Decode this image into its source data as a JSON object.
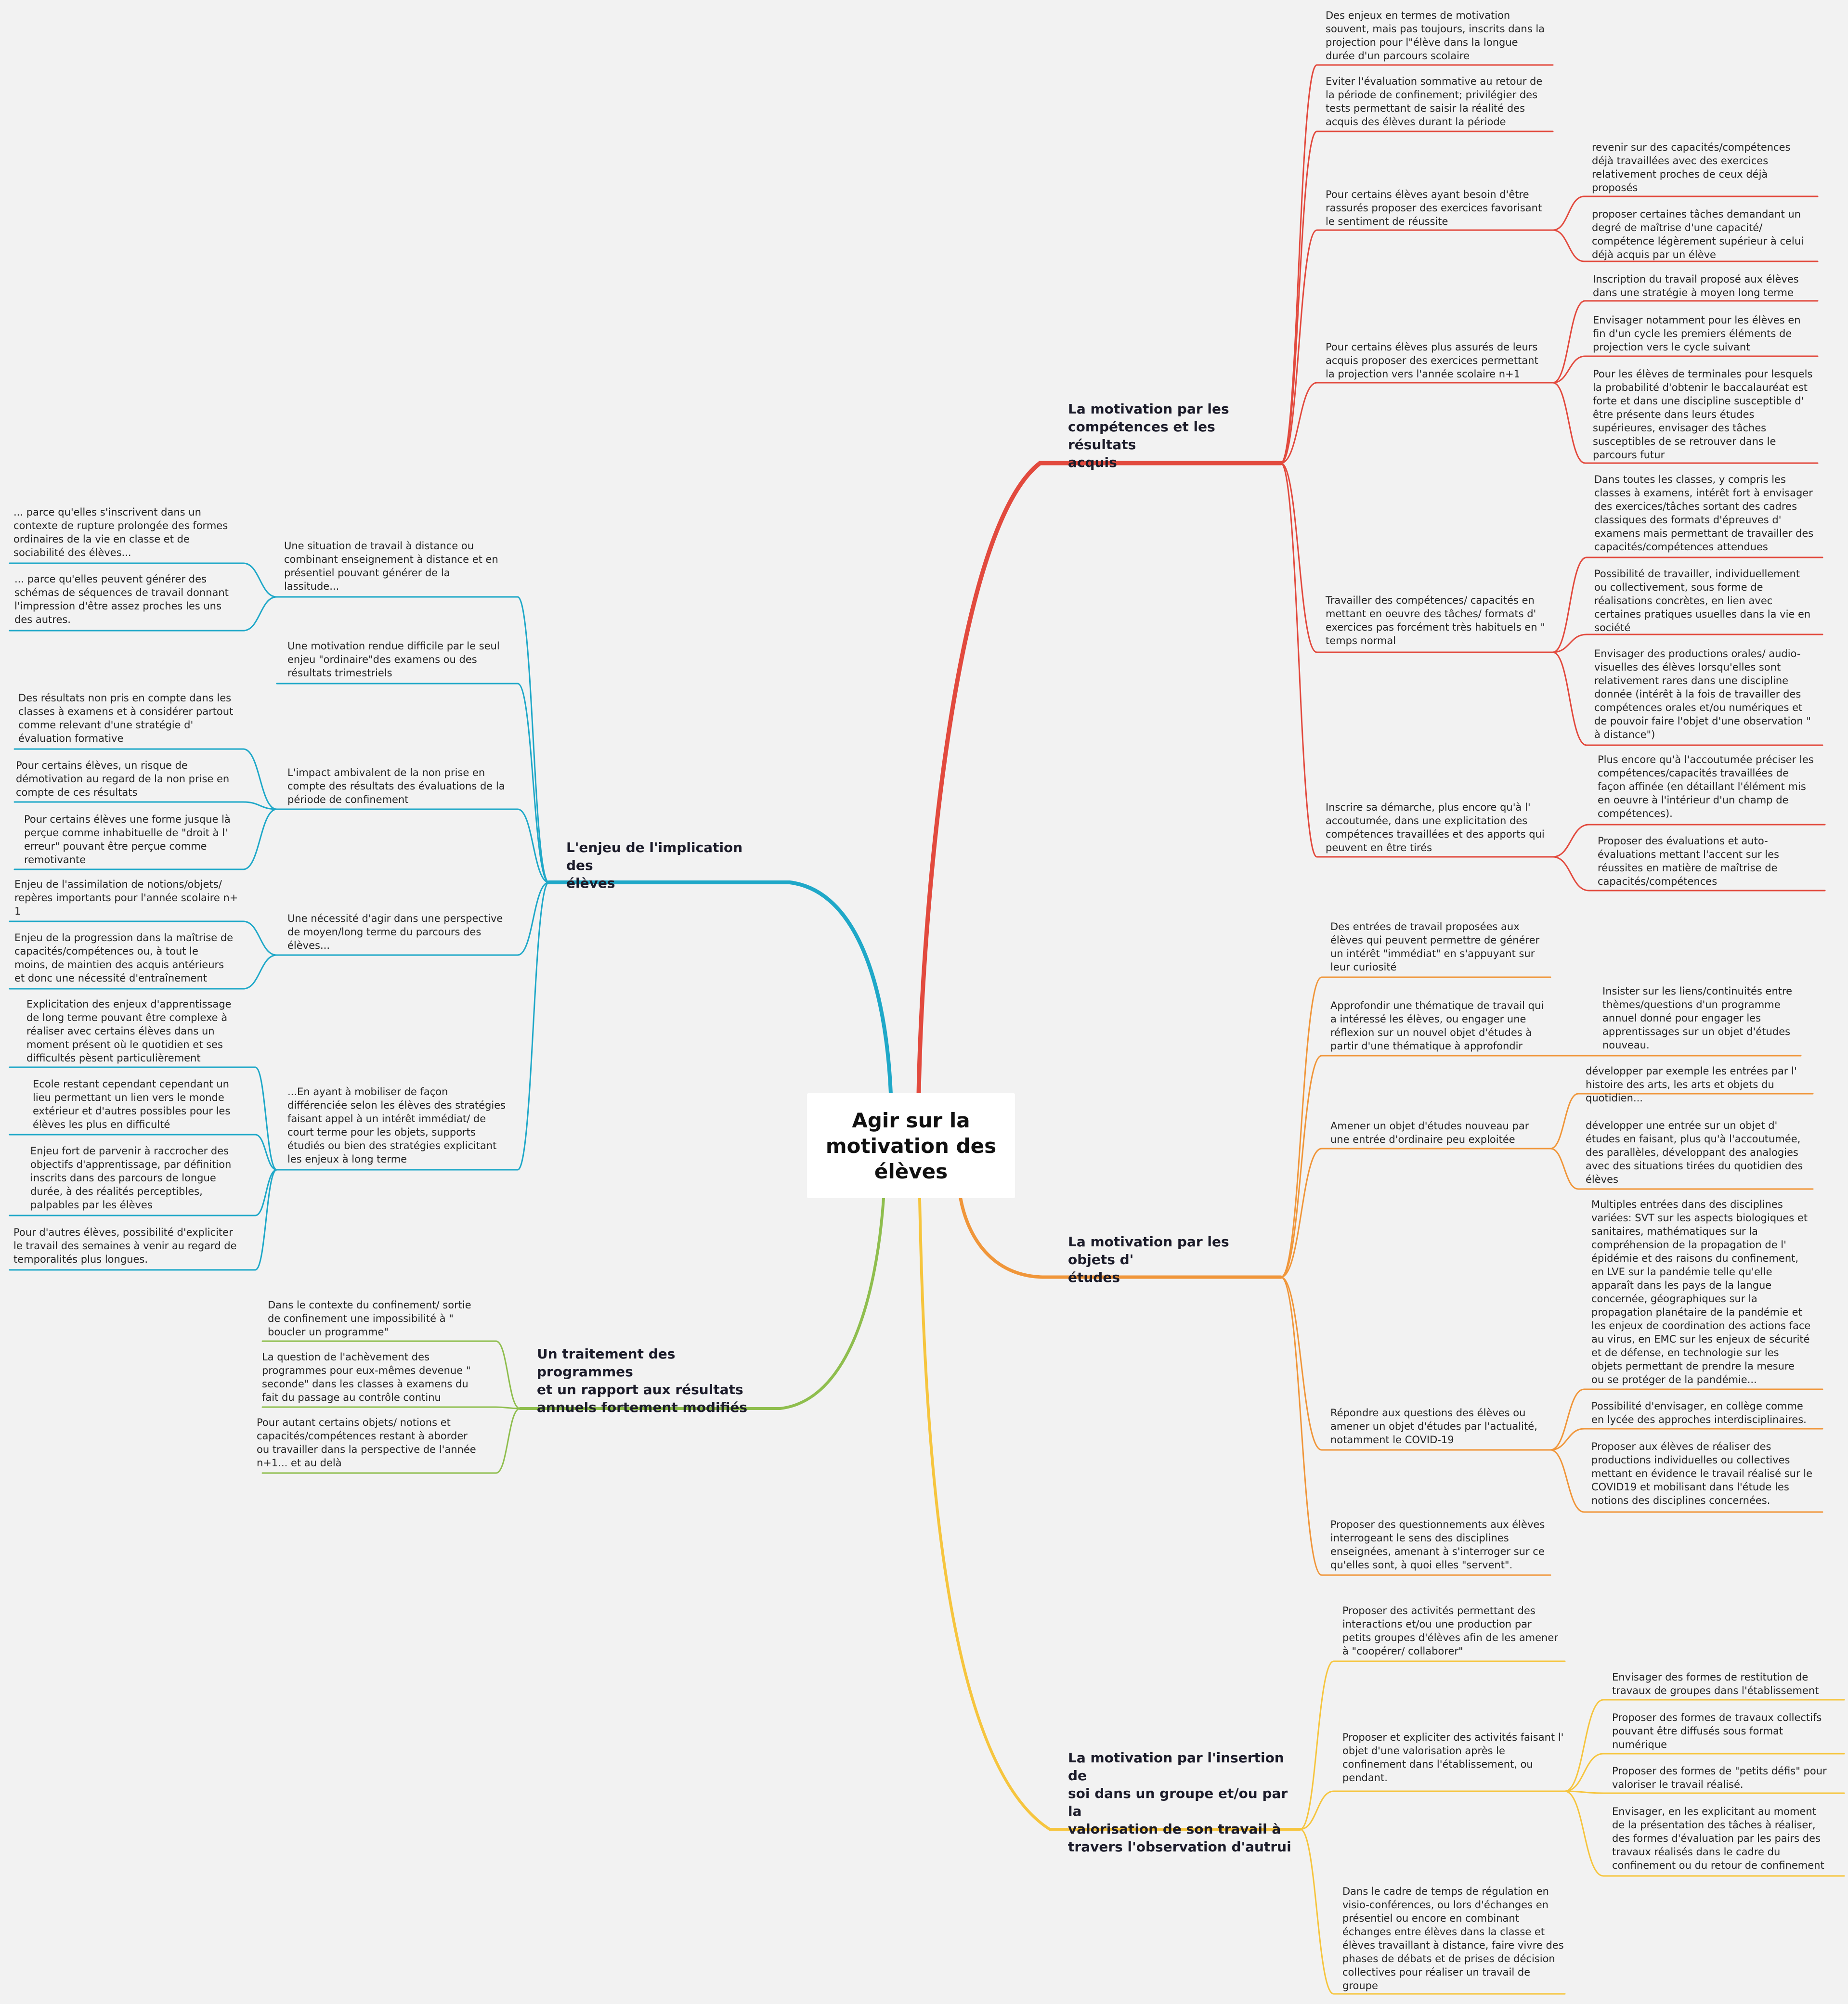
{
  "colors": {
    "branch1": "#e24a3e",
    "branch2": "#f0963a",
    "branch3": "#f6c53e",
    "branch4": "#1fa8c8",
    "branch5": "#8fbe4e",
    "background": "#f2f2f2"
  },
  "center": {
    "title": "Agir sur la\nmotivation des\nélèves"
  },
  "branches": [
    {
      "label": "La motivation par les\ncompétences et les résultats\nacquis",
      "children": [
        {
          "label": "Des enjeux en termes de motivation\nsouvent, mais pas toujours, inscrits dans la\nprojection pour l\"élève dans la longue\ndurée d'un parcours scolaire"
        },
        {
          "label": "Eviter l'évaluation sommative au retour de\nla période de confinement; privilégier des\ntests permettant de saisir la réalité des\nacquis des élèves durant la période"
        },
        {
          "label": "Pour certains élèves ayant besoin d'être\nrassurés proposer des exercices favorisant\nle sentiment de réussite",
          "children": [
            {
              "label": "revenir sur des capacités/compétences\ndéjà travaillées avec des exercices\nrelativement proches de ceux déjà\nproposés"
            },
            {
              "label": "proposer certaines tâches demandant un\ndegré de maîtrise d'une capacité/\ncompétence légèrement supérieur à celui\ndéjà acquis par un élève"
            }
          ]
        },
        {
          "label": "Pour certains élèves plus assurés de leurs\nacquis proposer des exercices permettant\nla projection vers l'année scolaire n+1",
          "children": [
            {
              "label": "Inscription du travail proposé aux élèves\ndans une stratégie à moyen long terme"
            },
            {
              "label": "Envisager notamment pour les élèves en\nfin d'un cycle les premiers éléments de\nprojection vers le cycle suivant"
            },
            {
              "label": "Pour les élèves de terminales pour lesquels\nla probabilité d'obtenir le baccalauréat est\nforte et dans une discipline susceptible d'\nêtre présente dans leurs études\nsupérieures, envisager des tâches\nsusceptibles de se retrouver dans le\nparcours futur"
            }
          ]
        },
        {
          "label": "Travailler des compétences/ capacités en\nmettant en oeuvre des tâches/ formats d'\nexercices pas forcément très habituels en \"\ntemps normal",
          "children": [
            {
              "label": "Dans toutes les classes, y compris les\nclasses à examens, intérêt fort à envisager\ndes exercices/tâches sortant des cadres\nclassiques des formats d'épreuves d'\nexamens mais permettant de travailler des\ncapacités/compétences attendues"
            },
            {
              "label": "Possibilité de travailler, individuellement\nou collectivement, sous forme de\nréalisations concrètes, en lien avec\ncertaines pratiques usuelles dans la vie en\nsociété"
            },
            {
              "label": "Envisager des productions orales/ audio-\nvisuelles des élèves lorsqu'elles sont\nrelativement rares dans une discipline\ndonnée (intérêt à la fois de travailler des\ncompétences orales et/ou numériques et\nde pouvoir faire l'objet d'une observation \"\nà distance\")"
            }
          ]
        },
        {
          "label": "Inscrire sa démarche, plus encore qu'à l'\naccoutumée, dans une explicitation des\ncompétences travaillées et des apports qui\npeuvent en être tirés",
          "children": [
            {
              "label": "Plus encore qu'à l'accoutumée préciser les\ncompétences/capacités travaillées de\nfaçon affinée (en détaillant l'élément mis\nen oeuvre à l'intérieur d'un champ de\ncompétences)."
            },
            {
              "label": "Proposer des évaluations et auto-\névaluations mettant l'accent sur les\nréussites en matière de maîtrise de\ncapacités/compétences"
            }
          ]
        }
      ]
    },
    {
      "label": "La motivation par les objets d'\nétudes",
      "children": [
        {
          "label": "Des entrées de travail proposées aux\nélèves qui peuvent permettre de générer\nun intérêt \"immédiat\" en s'appuyant sur\nleur curiosité"
        },
        {
          "label": "Approfondir une thématique de travail qui\na intéressé les élèves, ou engager une\nréflexion sur un nouvel objet d'études à\npartir d'une thématique à approfondir",
          "children": [
            {
              "label": "Insister sur les liens/continuités entre\nthèmes/questions d'un programme\nannuel donné pour engager les\napprentissages sur un objet d'études\nnouveau."
            }
          ]
        },
        {
          "label": "Amener un objet d'études nouveau par\nune entrée d'ordinaire peu exploitée",
          "children": [
            {
              "label": "développer par exemple les entrées par l'\nhistoire des arts, les arts et objets du\nquotidien..."
            },
            {
              "label": "développer une entrée sur un objet d'\nétudes en faisant, plus qu'à l'accoutumée,\ndes parallèles, développant des analogies\navec des situations tirées du quotidien des\nélèves"
            }
          ]
        },
        {
          "label": "Répondre aux questions des élèves ou\namener un objet d'études par l'actualité,\nnotamment le COVID-19",
          "children": [
            {
              "label": "Multiples entrées dans des disciplines\nvariées: SVT sur les aspects biologiques et\nsanitaires, mathématiques sur la\ncompréhension de la propagation de l'\népidémie et des raisons du confinement,\nen LVE sur la pandémie telle qu'elle\napparaît dans les pays de la langue\nconcernée, géographiques sur la\npropagation planétaire de la pandémie et\nles enjeux de coordination des actions face\nau virus, en EMC sur les enjeux de sécurité\net de défense, en technologie sur les\nobjets permettant de prendre la mesure\nou se protéger de la pandémie..."
            },
            {
              "label": "Possibilité d'envisager, en collège comme\nen lycée des approches interdisciplinaires."
            },
            {
              "label": "Proposer aux élèves de réaliser des\nproductions individuelles ou collectives\nmettant en évidence le travail réalisé sur le\nCOVID19 et mobilisant dans l'étude les\nnotions des disciplines concernées."
            }
          ]
        },
        {
          "label": "Proposer des questionnements aux élèves\ninterrogeant le sens des disciplines\nenseignées, amenant à s'interroger sur ce\nqu'elles sont, à quoi elles \"servent\"."
        }
      ]
    },
    {
      "label": "La motivation par l'insertion de\nsoi dans un groupe et/ou par la\nvalorisation de son travail à\ntravers l'observation d'autrui",
      "children": [
        {
          "label": "Proposer des activités permettant des\ninteractions et/ou une production par\npetits groupes d'élèves afin de les amener\nà \"coopérer/ collaborer\""
        },
        {
          "label": "Proposer et expliciter des activités faisant l'\nobjet d'une valorisation après le\nconfinement dans l'établissement, ou\npendant.",
          "children": [
            {
              "label": "Envisager des formes de restitution de\ntravaux de groupes dans l'établissement"
            },
            {
              "label": "Proposer des formes de travaux collectifs\npouvant être diffusés sous format\nnumérique"
            },
            {
              "label": "Proposer des formes de \"petits défis\"  pour\nvaloriser le travail réalisé."
            },
            {
              "label": "Envisager, en les explicitant au moment\nde la présentation des tâches à réaliser,\ndes formes d'évaluation par les pairs des\ntravaux réalisés dans le cadre  du\nconfinement ou du retour de confinement"
            }
          ]
        },
        {
          "label": "Dans le cadre de temps de régulation en\nvisio-conférences, ou lors d'échanges en\nprésentiel ou encore en combinant\néchanges entre élèves dans la classe et\nélèves travaillant à distance, faire vivre des\nphases de débats et de prises de décision\ncollectives pour réaliser un travail de\ngroupe"
        }
      ]
    },
    {
      "label": "L'enjeu de l'implication des\nélèves",
      "children": [
        {
          "label": "Une situation de travail à distance ou\ncombinant enseignement à distance et en\nprésentiel pouvant générer de la\nlassitude...",
          "children": [
            {
              "label": "... parce qu'elles s'inscrivent dans un\ncontexte de rupture prolongée des formes\nordinaires de la vie en classe et de\nsociabilité des élèves..."
            },
            {
              "label": "... parce qu'elles peuvent générer des\nschémas de séquences de travail donnant\nl'impression d'être assez proches les uns\ndes autres."
            }
          ]
        },
        {
          "label": "Une motivation rendue difficile par le seul\nenjeu \"ordinaire\"des examens ou des\nrésultats trimestriels"
        },
        {
          "label": "L'impact ambivalent de la non prise en\ncompte des résultats des évaluations de la\npériode de confinement",
          "children": [
            {
              "label": "Des résultats non pris en compte dans les\nclasses à examens et à considérer partout\ncomme relevant d'une stratégie d'\névaluation formative"
            },
            {
              "label": "Pour certains élèves, un risque de\ndémotivation au regard de la non prise en\ncompte de ces résultats"
            },
            {
              "label": "Pour certains élèves une forme jusque là\nperçue comme inhabituelle de \"droit à l'\nerreur\" pouvant être perçue comme\nremotivante"
            }
          ]
        },
        {
          "label": "Une nécessité d'agir dans une perspective\nde moyen/long terme du parcours des\nélèves...",
          "children": [
            {
              "label": "Enjeu de l'assimilation de notions/objets/\nrepères importants pour l'année scolaire n+\n1"
            },
            {
              "label": "Enjeu de la progression dans la maîtrise de\ncapacités/compétences ou, à tout le\nmoins, de maintien des acquis antérieurs\net donc une nécessité d'entraînement"
            }
          ]
        },
        {
          "label": "...En ayant à mobiliser de façon\ndifférenciée selon les élèves des stratégies\nfaisant appel à un intérêt immédiat/ de\ncourt terme pour les objets, supports\nétudiés ou bien des stratégies explicitant\nles enjeux à long terme",
          "children": [
            {
              "label": "Explicitation des enjeux d'apprentissage\nde long terme pouvant être complexe à\nréaliser avec certains élèves dans un\nmoment présent où le quotidien et ses\ndifficultés pèsent particulièrement"
            },
            {
              "label": "Ecole restant cependant cependant un\nlieu permettant un lien vers le monde\nextérieur et d'autres possibles pour les\nélèves les plus en difficulté"
            },
            {
              "label": "Enjeu fort de parvenir à raccrocher des\nobjectifs d'apprentissage, par définition\ninscrits dans des parcours de longue\ndurée, à des réalités perceptibles,\npalpables par les élèves"
            },
            {
              "label": "Pour d'autres élèves, possibilité d'expliciter\nle travail des semaines à venir au regard de\ntemporalités plus longues."
            }
          ]
        }
      ]
    },
    {
      "label": "Un traitement des programmes\net un rapport aux résultats\nannuels fortement modifiés",
      "children": [
        {
          "label": "Dans le contexte du confinement/ sortie\nde confinement une impossibilité à \"\nboucler un programme\""
        },
        {
          "label": "La question de l'achèvement des\nprogrammes pour eux-mêmes  devenue \"\nseconde\" dans les classes à examens du\nfait du passage au contrôle continu"
        },
        {
          "label": "Pour autant certains objets/ notions et\ncapacités/compétences restant à aborder\nou travailler dans la perspective de l'année\nn+1... et au delà"
        }
      ]
    }
  ]
}
